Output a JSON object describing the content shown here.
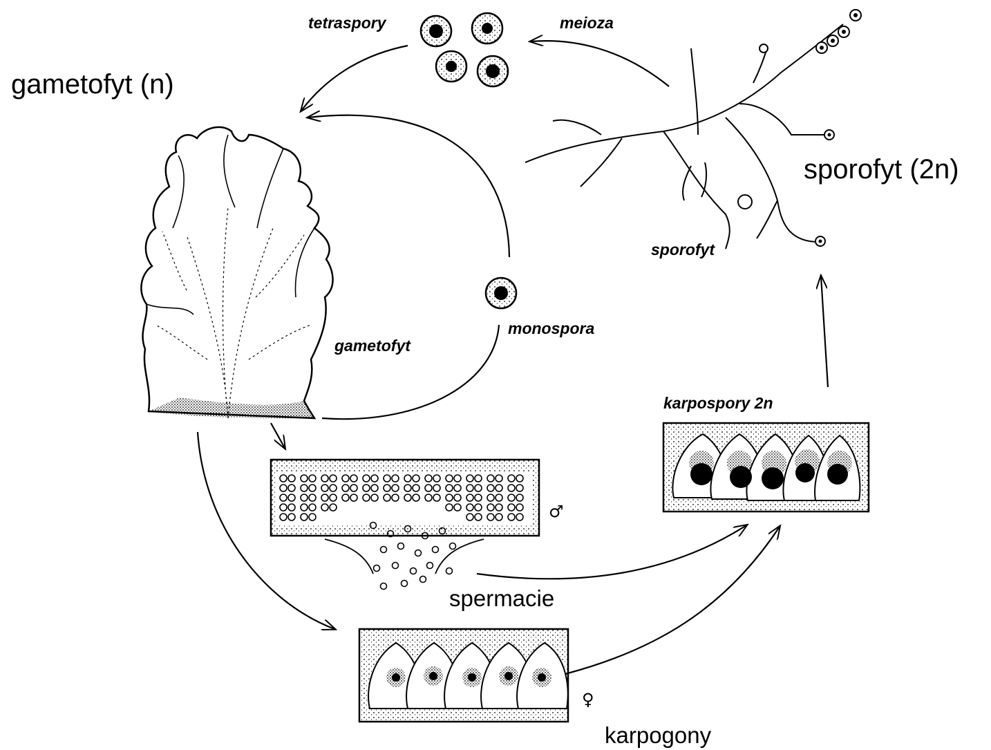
{
  "labels": {
    "gametofyt_n": "gametofyt (n)",
    "sporofyt_2n": "sporofyt (2n)",
    "tetraspory": "tetraspory",
    "meioza": "meioza",
    "sporofyt": "sporofyt",
    "monospora": "monospora",
    "gametofyt": "gametofyt",
    "karpospory": "karpospory 2n",
    "spermacie": "spermacie",
    "karpogony": "karpogony",
    "male_symbol": "♂",
    "female_symbol": "♀"
  }
}
